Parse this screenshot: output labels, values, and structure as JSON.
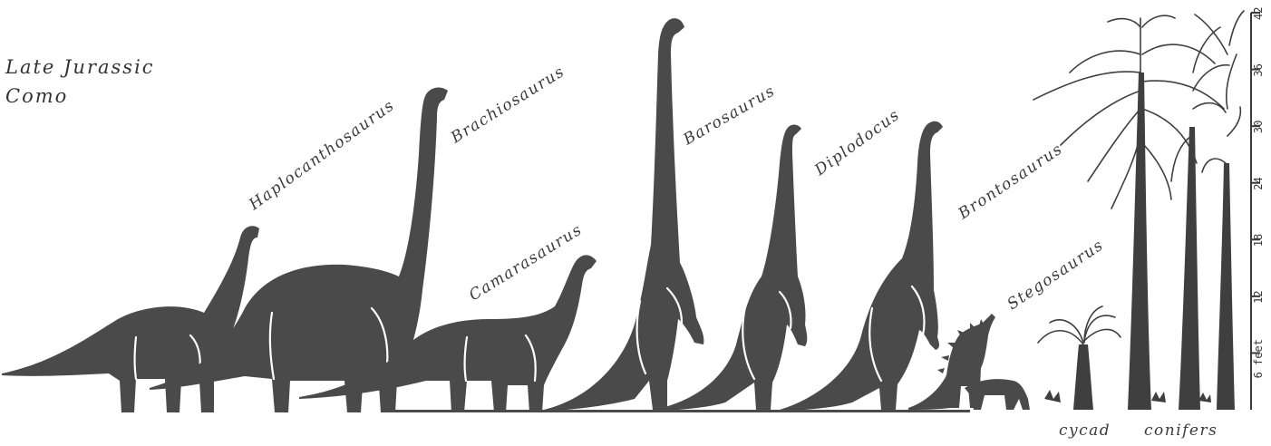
{
  "title": {
    "line1": "Late Jurassic",
    "line2": "Como"
  },
  "dinosaurs": [
    {
      "name": "Haplocanthosaurus"
    },
    {
      "name": "Brachiosaurus"
    },
    {
      "name": "Camarasaurus"
    },
    {
      "name": "Barosaurus"
    },
    {
      "name": "Diplodocus"
    },
    {
      "name": "Brontosaurus"
    },
    {
      "name": "Stegosaurus"
    }
  ],
  "plants": {
    "cycad": "cycad",
    "conifers": "conifers"
  },
  "scale": {
    "ticks": [
      "6 feet",
      "12",
      "18",
      "24",
      "30",
      "36",
      "42"
    ]
  },
  "colors": {
    "silhouette": "#4a4a4a",
    "background": "#ffffff"
  }
}
